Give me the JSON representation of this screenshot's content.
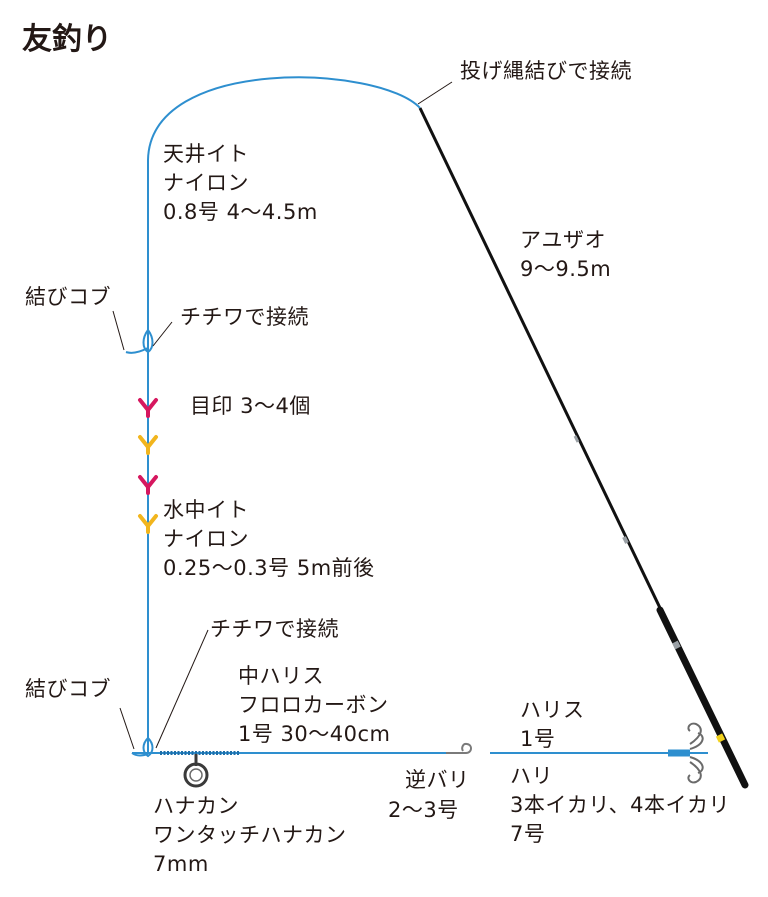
{
  "title": "友釣り",
  "labels": {
    "tenjo_knot": "投げ縄結びで接続",
    "tenjo_name": "天井イト",
    "tenjo_material": "ナイロン",
    "tenjo_spec": "0.8号 4～4.5m",
    "rod_name": "アユザオ",
    "rod_length": "9～9.5m",
    "knot_top": "結びコブ",
    "chichiwa_top": "チチワで接続",
    "marker": "目印 3～4個",
    "suichu_name": "水中イト",
    "suichu_material": "ナイロン",
    "suichu_spec": "0.25～0.3号 5m前後",
    "chichiwa_bottom": "チチワで接続",
    "knot_bottom": "結びコブ",
    "naka_name": "中ハリス",
    "naka_material": "フロロカーボン",
    "naka_spec": "1号 30～40cm",
    "hanakan_name": "ハナカン",
    "hanakan_type": "ワンタッチハナカン",
    "hanakan_size": "7mm",
    "sakabari_name": "逆バリ",
    "sakabari_size": "2～3号",
    "harisu_name": "ハリス",
    "harisu_size": "1号",
    "hari_name": "ハリ",
    "hari_type": "3本イカリ、4本イカリ",
    "hari_size": "7号"
  },
  "colors": {
    "line": "#2e8fcf",
    "rod": "#111111",
    "marker_red": "#d6175f",
    "marker_yellow": "#f2b51d",
    "text": "#231815"
  }
}
